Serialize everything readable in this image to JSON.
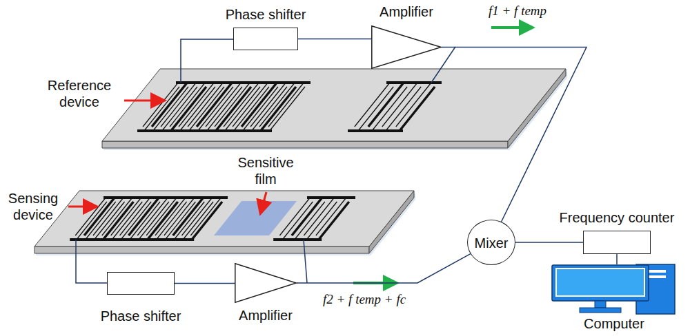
{
  "diagram": {
    "nodes": [
      {
        "text": [
          "Phase shifter"
        ]
      },
      {
        "text": [
          "Amplifier"
        ]
      },
      {
        "text": [
          "Mixer"
        ]
      },
      {
        "text": [
          "Frequency counter"
        ]
      },
      {
        "text": [
          "Computer"
        ]
      },
      {
        "text": [
          "Phase shifter"
        ]
      },
      {
        "text": [
          "Amplifier"
        ]
      }
    ],
    "edges": [
      {
        "from": 0,
        "to": 1,
        "arrow": "none"
      },
      {
        "from": 1,
        "to": 2,
        "label": "f1 + f temp",
        "arrow": "none"
      },
      {
        "from": 2,
        "to": 3,
        "arrow": "none"
      },
      {
        "from": 3,
        "to": 4,
        "arrow": "none"
      },
      {
        "from": 5,
        "to": 6,
        "arrow": "none"
      },
      {
        "from": 6,
        "to": 2,
        "label": "f2 + f temp + fc",
        "arrow": "none"
      }
    ],
    "labels": [
      "Reference device",
      "Sensing device",
      "Sensitive film"
    ]
  }
}
